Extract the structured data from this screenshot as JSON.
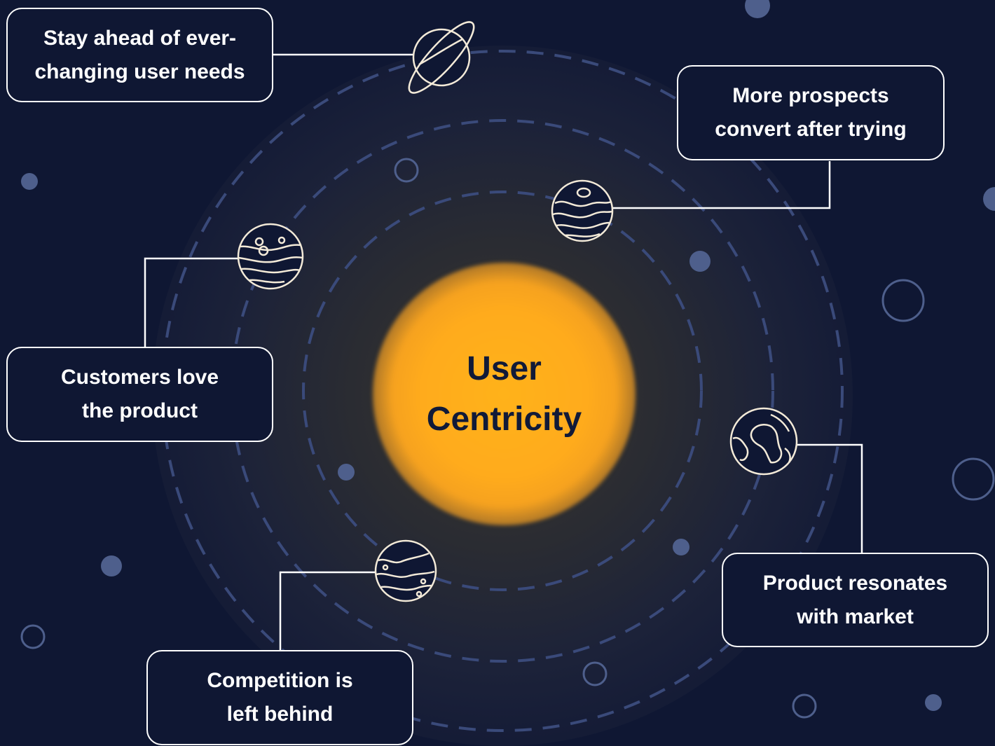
{
  "center": {
    "line1": "User",
    "line2": "Centricity"
  },
  "callouts": [
    {
      "line1": "Stay ahead of ever-",
      "line2": "changing user needs",
      "icon": "ringed-planet-icon"
    },
    {
      "line1": "More prospects",
      "line2": "convert after trying",
      "icon": "striped-planet-icon"
    },
    {
      "line1": "Customers love",
      "line2": "the product",
      "icon": "cratered-planet-icon"
    },
    {
      "line1": "Product resonates",
      "line2": "with market",
      "icon": "earth-globe-icon"
    },
    {
      "line1": "Competition is",
      "line2": "left behind",
      "icon": "swirled-planet-icon"
    }
  ],
  "colors": {
    "background": "#0f1733",
    "sun": "#ffab1c",
    "orbit": "#3a4a7a",
    "line": "#ffffff",
    "planet_stroke": "#f3ead8",
    "center_text": "#111a38"
  }
}
